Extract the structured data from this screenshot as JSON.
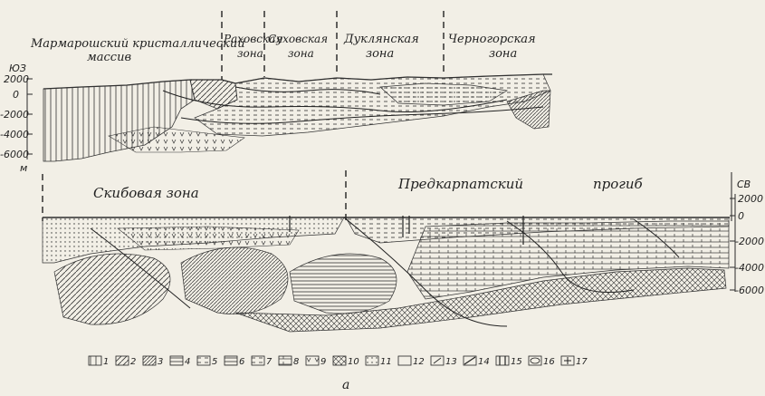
{
  "upper_section": {
    "zones": [
      {
        "line1": "Мармарошский кристаллический",
        "line2": "массив"
      },
      {
        "line1": "Раховская",
        "line2": "зона"
      },
      {
        "line1": "Суховская",
        "line2": "зона"
      },
      {
        "line1": "Дуклянская",
        "line2": "зона"
      },
      {
        "line1": "Черногорская",
        "line2": "зона"
      }
    ],
    "direction_left": "ЮЗ",
    "elevation_ticks": [
      "2000",
      "0",
      "-2000",
      "-4000",
      "-6000"
    ],
    "unit": "м"
  },
  "lower_section": {
    "zones": [
      "Скибовая   зона",
      "Предкарпатский",
      "прогиб"
    ],
    "direction_right": "СВ",
    "elevation_ticks": [
      "2000",
      "0",
      "-2000",
      "-4000",
      "-6000"
    ]
  },
  "legend": {
    "items": [
      "1",
      "2",
      "3",
      "4",
      "5",
      "6",
      "7",
      "8",
      "9",
      "10",
      "11",
      "12",
      "13",
      "14",
      "15",
      "16",
      "17"
    ]
  },
  "caption": "а"
}
